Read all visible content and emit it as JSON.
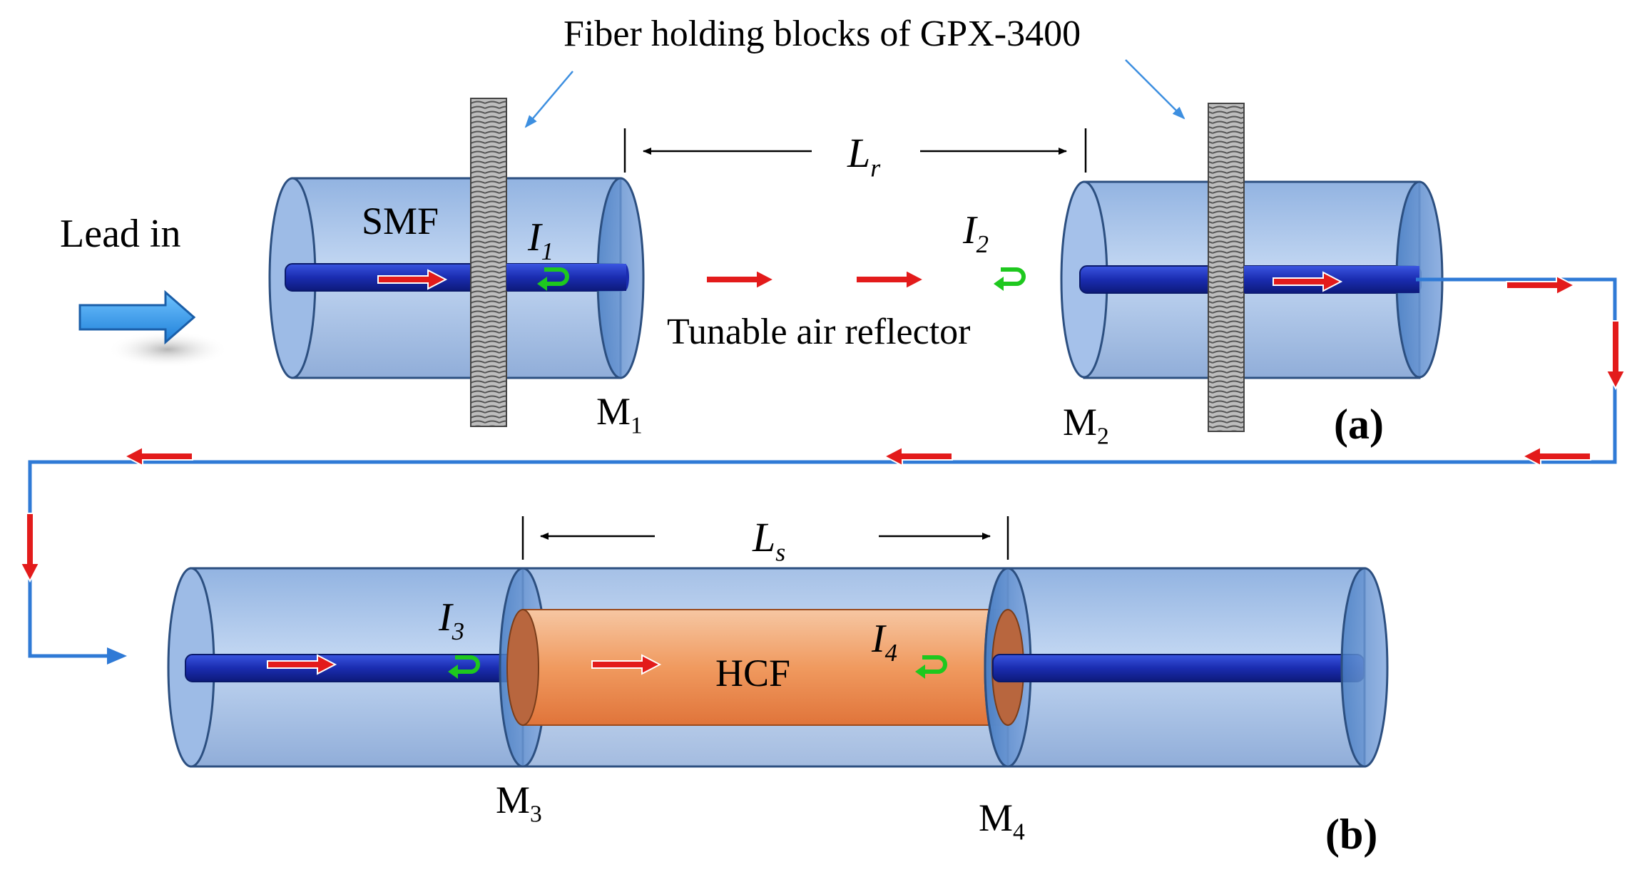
{
  "labels": {
    "top_caption": "Fiber holding blocks of GPX-3400",
    "lead_in": "Lead in",
    "smf": "SMF",
    "tunable": "Tunable  air reflector",
    "hcf": "HCF",
    "panel_a": "(a)",
    "panel_b": "(b)",
    "Lr": {
      "main": "L",
      "sub": "r"
    },
    "Ls": {
      "main": "L",
      "sub": "s"
    },
    "I1": {
      "main": "I",
      "sub": "1"
    },
    "I2": {
      "main": "I",
      "sub": "2"
    },
    "I3": {
      "main": "I",
      "sub": "3"
    },
    "I4": {
      "main": "I",
      "sub": "4"
    },
    "M1": {
      "main": "M",
      "sub": "1"
    },
    "M2": {
      "main": "M",
      "sub": "2"
    },
    "M3": {
      "main": "M",
      "sub": "3"
    },
    "M4": {
      "main": "M",
      "sub": "4"
    }
  },
  "colors": {
    "cylinder_fill": "#a7c4ea",
    "cylinder_stroke": "#2c4f80",
    "core_fill": "#1c2fb8",
    "hcf_fill": "#f0a06a",
    "red_arrow": "#e31b1b",
    "green_reflect": "#1ec81e",
    "path_line": "#2f7ad6",
    "pointer": "#3d8fe0"
  }
}
